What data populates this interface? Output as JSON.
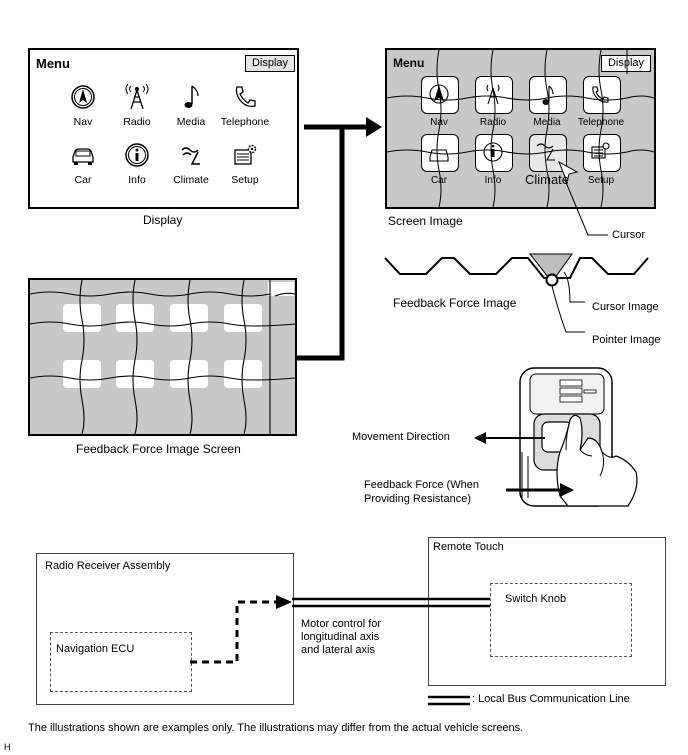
{
  "display_panel": {
    "menu_title": "Menu",
    "display_button": "Display",
    "caption": "Display",
    "items": [
      {
        "label": "Nav",
        "icon": "nav-compass-icon"
      },
      {
        "label": "Radio",
        "icon": "radio-tower-icon"
      },
      {
        "label": "Media",
        "icon": "music-note-icon"
      },
      {
        "label": "Telephone",
        "icon": "telephone-icon"
      },
      {
        "label": "Car",
        "icon": "car-icon"
      },
      {
        "label": "Info",
        "icon": "info-icon"
      },
      {
        "label": "Climate",
        "icon": "climate-seat-icon"
      },
      {
        "label": "Setup",
        "icon": "setup-gear-icon"
      }
    ]
  },
  "screen_image": {
    "menu_title": "Menu",
    "display_button": "Display",
    "caption": "Screen Image",
    "items": [
      "Nav",
      "Radio",
      "Media",
      "Telephone",
      "Car",
      "Info",
      "Climate",
      "Setup"
    ]
  },
  "feedback_screen": {
    "caption": "Feedback Force Image Screen"
  },
  "labels": {
    "cursor": "Cursor",
    "feedback_force_image": "Feedback Force Image",
    "cursor_image": "Cursor Image",
    "pointer_image": "Pointer Image",
    "movement_direction": "Movement Direction",
    "feedback_force_line1": "Feedback Force (When",
    "feedback_force_line2": "Providing Resistance)"
  },
  "block_diagram": {
    "radio_receiver": "Radio Receiver Assembly",
    "navigation_ecu": "Navigation ECU",
    "remote_touch": "Remote Touch",
    "switch_knob": "Switch Knob",
    "motor_control_line1": "Motor control for",
    "motor_control_line2": "longitudinal axis",
    "motor_control_line3": "and lateral axis",
    "legend": ": Local Bus Communication Line"
  },
  "footnote": "The illustrations shown are examples only. The illustrations may differ from the actual vehicle screens.",
  "corner_code": "H"
}
